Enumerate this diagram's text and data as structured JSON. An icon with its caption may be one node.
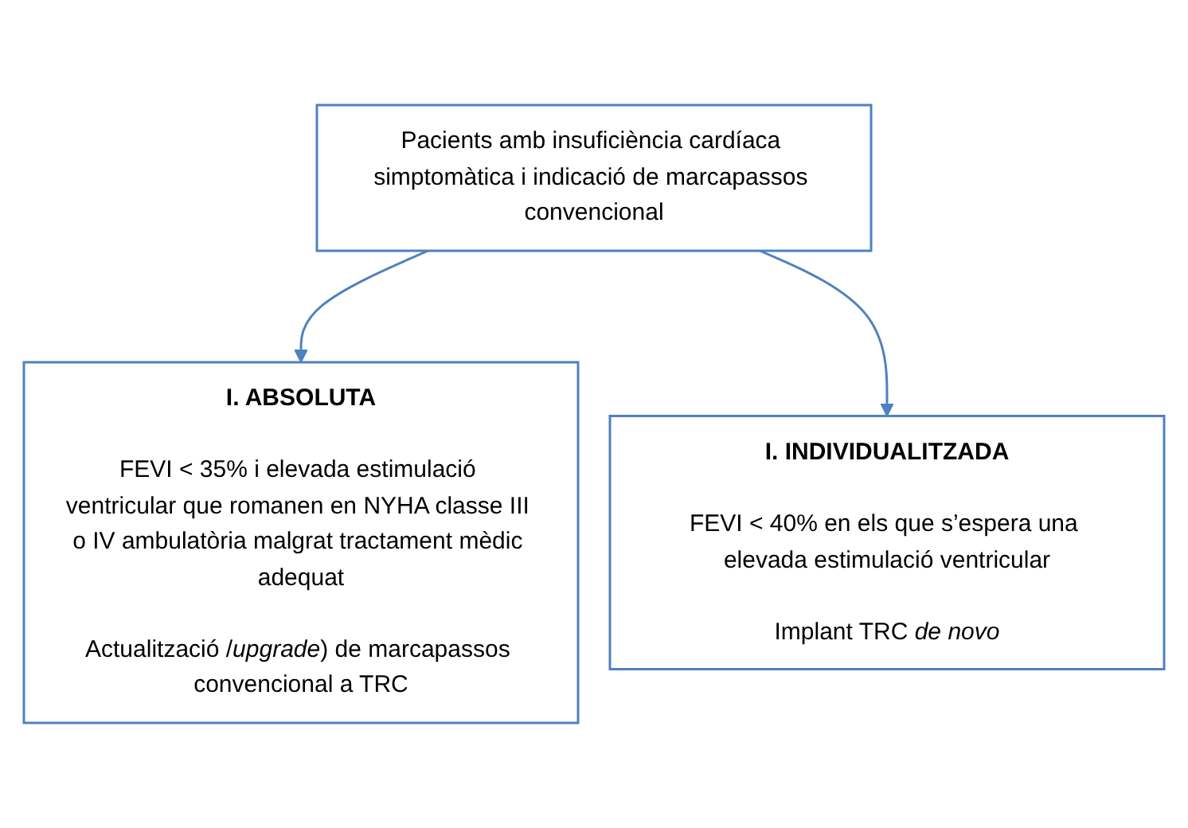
{
  "diagram": {
    "nodes": [
      {
        "text": [
          "Pacients amb insuficiència cardíaca simptomàtica i indicació de marcapassos convencional"
        ]
      },
      {
        "text": [
          "I. ABSOLUTA",
          "FEVI < 35% i elevada estimulació ventricular que romanen en NYHA classe III o IV ambulatòria malgrat tractament mèdic adequat",
          "Actualització /*upgrade*) de marcapassos convencional a TRC"
        ]
      },
      {
        "text": [
          "I. INDIVIDUALITZADA",
          "FEVI < 40% en els que s’espera una elevada estimulació ventricular",
          "Implant TRC *de novo*"
        ]
      }
    ],
    "edges": [
      {
        "from": 0,
        "to": 1,
        "arrow": "to"
      },
      {
        "from": 0,
        "to": 2,
        "arrow": "to"
      }
    ]
  }
}
